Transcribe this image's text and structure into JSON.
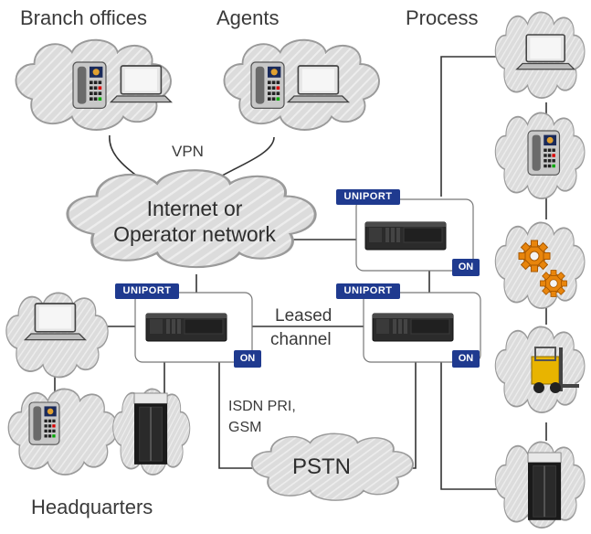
{
  "title_branch": "Branch offices",
  "title_agents": "Agents",
  "title_process": "Process",
  "title_hq": "Headquarters",
  "label_vpn": "VPN",
  "label_internet": "Internet or",
  "label_operator": "Operator network",
  "label_leased": "Leased",
  "label_channel": "channel",
  "label_isdn": "ISDN PRI,",
  "label_gsm": "GSM",
  "label_pstn": "PSTN",
  "uniport": "UNIPORT",
  "on": "ON",
  "icons": [
    "ip-phone-icon",
    "laptop-icon",
    "gears-icon",
    "forklift-icon",
    "server-rack-icon",
    "rackmount-server-icon"
  ],
  "colors": {
    "cloud_fill": "#d9d9d9",
    "badge": "#1f3a8f",
    "line": "#333333",
    "gear": "#e8850c",
    "forklift": "#e8b400"
  }
}
